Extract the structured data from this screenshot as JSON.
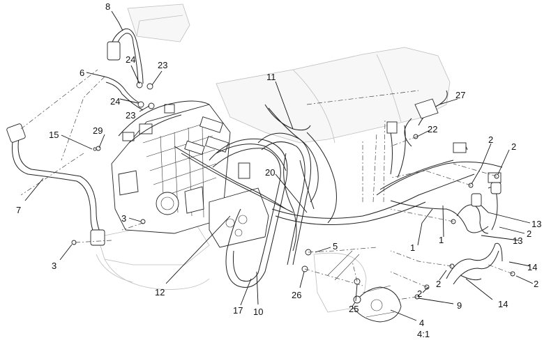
{
  "diagram": {
    "callouts": [
      {
        "id": "c1a",
        "text": "1"
      },
      {
        "id": "c1b",
        "text": "1"
      },
      {
        "id": "c2a",
        "text": "2"
      },
      {
        "id": "c2b",
        "text": "2"
      },
      {
        "id": "c2c",
        "text": "2"
      },
      {
        "id": "c2d",
        "text": "2"
      },
      {
        "id": "c2e",
        "text": "2"
      },
      {
        "id": "c2f",
        "text": "2"
      },
      {
        "id": "c3a",
        "text": "3"
      },
      {
        "id": "c3b",
        "text": "3"
      },
      {
        "id": "c4",
        "text": "4"
      },
      {
        "id": "c4ratio",
        "text": "4:1"
      },
      {
        "id": "c5",
        "text": "5"
      },
      {
        "id": "c6",
        "text": "6"
      },
      {
        "id": "c7",
        "text": "7"
      },
      {
        "id": "c8",
        "text": "8"
      },
      {
        "id": "c9",
        "text": "9"
      },
      {
        "id": "c10",
        "text": "10"
      },
      {
        "id": "c11",
        "text": "11"
      },
      {
        "id": "c12",
        "text": "12"
      },
      {
        "id": "c13a",
        "text": "13"
      },
      {
        "id": "c13b",
        "text": "13"
      },
      {
        "id": "c14a",
        "text": "14"
      },
      {
        "id": "c14b",
        "text": "14"
      },
      {
        "id": "c15",
        "text": "15"
      },
      {
        "id": "c17",
        "text": "17"
      },
      {
        "id": "c20",
        "text": "20"
      },
      {
        "id": "c22",
        "text": "22"
      },
      {
        "id": "c23a",
        "text": "23"
      },
      {
        "id": "c23b",
        "text": "23"
      },
      {
        "id": "c24a",
        "text": "24"
      },
      {
        "id": "c24b",
        "text": "24"
      },
      {
        "id": "c25",
        "text": "25"
      },
      {
        "id": "c26",
        "text": "26"
      },
      {
        "id": "c27",
        "text": "27"
      },
      {
        "id": "c29",
        "text": "29"
      }
    ],
    "colors": {
      "ink": "#222222",
      "ghost": "#bdbdbd",
      "background": "#ffffff"
    }
  }
}
